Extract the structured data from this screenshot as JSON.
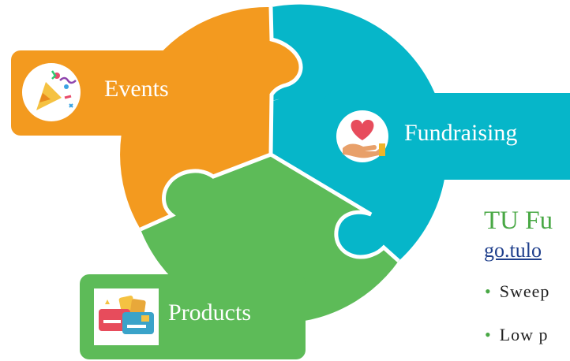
{
  "colors": {
    "events": "#f39a1f",
    "fundraising": "#06b6c9",
    "products": "#5dbb58",
    "title_green": "#49a845",
    "link_blue": "#1f3f8c"
  },
  "puzzle": {
    "events": {
      "label": "Events",
      "icon": "party-popper-icon"
    },
    "fundraising": {
      "label": "Fundraising",
      "icon": "heart-in-hand-icon"
    },
    "products": {
      "label": "Products",
      "icon": "cards-and-tickets-icon"
    }
  },
  "side_panel": {
    "title": "TU Fu",
    "link": "go.tulo",
    "bullets": [
      "Sweep",
      "Low p"
    ]
  }
}
